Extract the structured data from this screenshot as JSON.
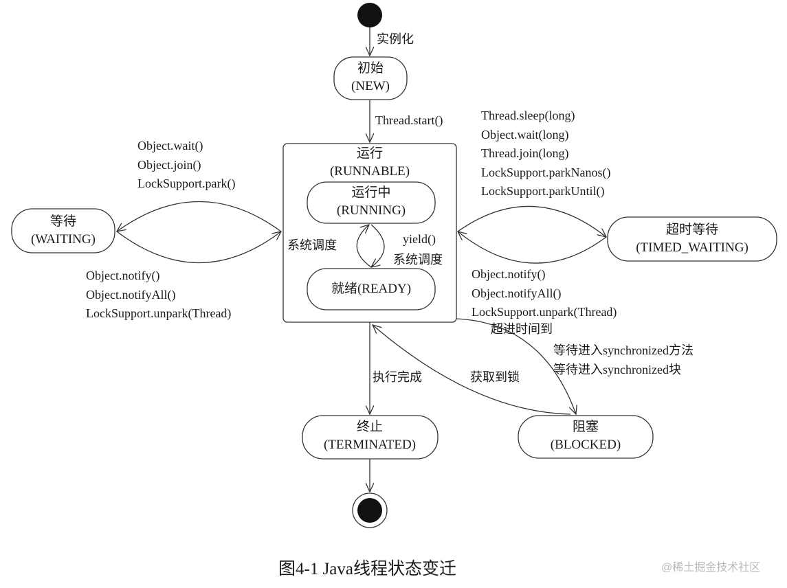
{
  "states": {
    "new": {
      "name": "初始",
      "code": "(NEW)"
    },
    "runnable": {
      "name": "运行",
      "code": "(RUNNABLE)"
    },
    "running": {
      "name": "运行中",
      "code": "(RUNNING)"
    },
    "ready": {
      "label": "就绪(READY)"
    },
    "waiting": {
      "name": "等待",
      "code": "(WAITING)"
    },
    "timed_waiting": {
      "name": "超时等待",
      "code": "(TIMED_WAITING)"
    },
    "terminated": {
      "name": "终止",
      "code": "(TERMINATED)"
    },
    "blocked": {
      "name": "阻塞",
      "code": "(BLOCKED)"
    }
  },
  "transitions": {
    "instantiate": "实例化",
    "start": "Thread.start()",
    "to_waiting": [
      "Object.wait()",
      "Object.join()",
      "LockSupport.park()"
    ],
    "from_waiting": [
      "Object.notify()",
      "Object.notifyAll()",
      "LockSupport.unpark(Thread)"
    ],
    "to_timed_waiting": [
      "Thread.sleep(long)",
      "Object.wait(long)",
      "Thread.join(long)",
      "LockSupport.parkNanos()",
      "LockSupport.parkUntil()"
    ],
    "from_timed_waiting": [
      "Object.notify()",
      "Object.notifyAll()",
      "LockSupport.unpark(Thread)"
    ],
    "timeout": "超进时间到",
    "schedule_left": "系统调度",
    "yield": "yield()",
    "schedule_right": "系统调度",
    "complete": "执行完成",
    "acquire_lock": "获取到锁",
    "to_blocked": [
      "等待进入synchronized方法",
      "等待进入synchronized块"
    ]
  },
  "caption": "图4-1   Java线程状态变迁",
  "watermark": "@稀土掘金技术社区"
}
